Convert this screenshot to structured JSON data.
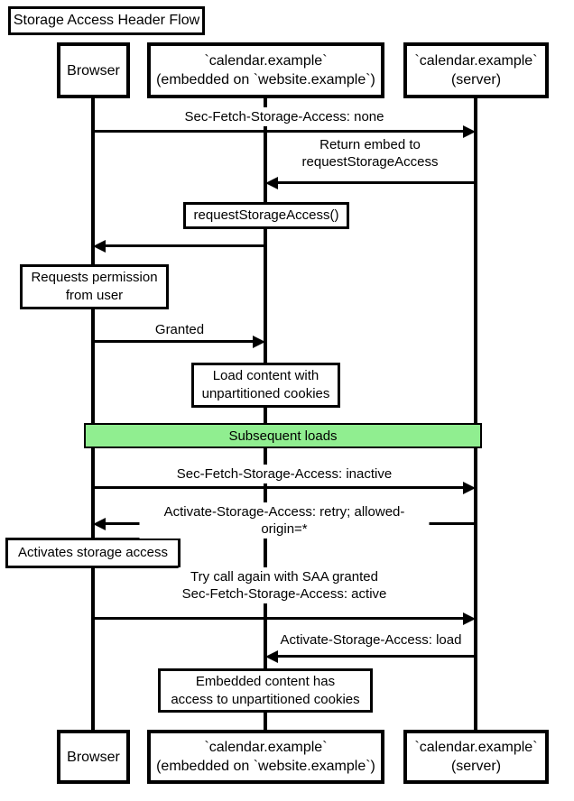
{
  "title": "Storage Access Header Flow",
  "participants": {
    "browser": {
      "label": "Browser"
    },
    "embedded": {
      "label": "`calendar.example`\n(embedded on `website.example`)"
    },
    "server": {
      "label": "`calendar.example`\n(server)"
    }
  },
  "messages": {
    "m1": {
      "from": "browser",
      "to": "server",
      "label": "Sec-Fetch-Storage-Access: none"
    },
    "m2": {
      "from": "server",
      "to": "embedded",
      "label": "Return embed to\nrequestStorageAccess"
    },
    "m3": {
      "from": "embedded",
      "to": "browser",
      "label": ""
    },
    "m4": {
      "from": "browser",
      "to": "embedded",
      "label": "Granted"
    },
    "m5": {
      "from": "browser",
      "to": "server",
      "label": "Sec-Fetch-Storage-Access: inactive"
    },
    "m6": {
      "from": "server",
      "to": "browser",
      "label": "Activate-Storage-Access: retry; allowed-origin=*"
    },
    "m7": {
      "from": "browser",
      "to": "server",
      "label": "Try call again with SAA granted\nSec-Fetch-Storage-Access: active"
    },
    "m8": {
      "from": "server",
      "to": "embedded",
      "label": "Activate-Storage-Access: load"
    }
  },
  "notes": {
    "n1": {
      "over": "embedded",
      "text": "requestStorageAccess()"
    },
    "n2": {
      "over": "browser",
      "text": "Requests permission\nfrom user"
    },
    "n3": {
      "over": "embedded",
      "text": "Load content with\nunpartitioned cookies"
    },
    "n4": {
      "over": "browser",
      "text": "Activates storage access"
    },
    "n5": {
      "over": "embedded",
      "text": "Embedded content has\naccess to unpartitioned cookies"
    }
  },
  "section": {
    "label": "Subsequent loads",
    "fill": "#90EE90"
  },
  "colors": {
    "line": "#000000",
    "box_fill": "#ffffff",
    "text": "#000000",
    "section_fill": "#90EE90"
  }
}
